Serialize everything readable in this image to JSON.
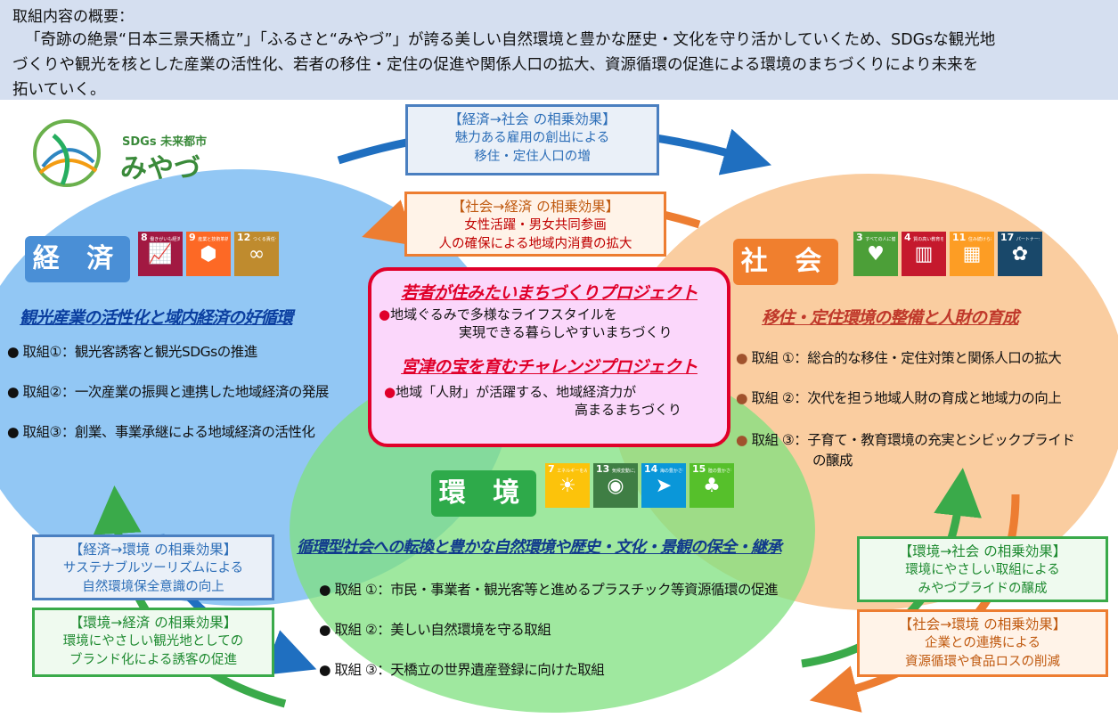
{
  "summary": {
    "heading": "取組内容の概要：",
    "line1": "「奇跡の絶景“日本三景天橋立”」「ふるさと“みやづ”」が誇る美しい自然環境と豊かな歴史・文化を守り活かしていくため、SDGsな観光地",
    "line2": "づくりや観光を核とした産業の活性化、若者の移住・定住の促進や関係人口の拡大、資源循環の促進による環境のまちづくりにより未来を",
    "line3": "拓いていく。"
  },
  "logo": {
    "subtitle": "SDGs 未来都市",
    "name": "みやづ"
  },
  "economy": {
    "label": "経 済",
    "title": "観光産業の活性化と域内経済の好循環",
    "items": [
      "取組①：観光客誘客と観光SDGsの推進",
      "取組②：一次産業の振興と連携した地域経済の発展",
      "取組③：創業、事業承継による地域経済の活性化"
    ],
    "sdgs": [
      {
        "num": "8",
        "text": "働きがいも経済成長も",
        "icon": "chart-up-icon",
        "color": "#a21942"
      },
      {
        "num": "9",
        "text": "産業と技術革新の基盤をつくろう",
        "icon": "cubes-icon",
        "color": "#fd6925"
      },
      {
        "num": "12",
        "text": "つくる責任つかう責任",
        "icon": "infinity-icon",
        "color": "#bf8b2e"
      }
    ]
  },
  "society": {
    "label": "社 会",
    "title": "移住・定住環境の整備と人財の育成",
    "items": [
      "取組 ①：総合的な移住・定住対策と関係人口の拡大",
      "取組 ②：次代を担う地域人財の育成と地域力の向上",
      "取組 ③：子育て・教育環境の充実とシビックプライド",
      "の醸成"
    ],
    "sdgs": [
      {
        "num": "3",
        "text": "すべての人に健康と福祉を",
        "icon": "heartbeat-icon",
        "color": "#4c9f38"
      },
      {
        "num": "4",
        "text": "質の高い教育をみんなに",
        "icon": "book-icon",
        "color": "#c5192d"
      },
      {
        "num": "11",
        "text": "住み続けられるまちづくりを",
        "icon": "city-icon",
        "color": "#fd9d24"
      },
      {
        "num": "17",
        "text": "パートナーシップで目標を達成しよう",
        "icon": "flower-icon",
        "color": "#19486a"
      }
    ]
  },
  "environment": {
    "label": "環 境",
    "title": "循環型社会への転換と豊かな自然環境や歴史・文化・景観の保全・継承",
    "items": [
      "取組 ①：市民・事業者・観光客等と進めるプラスチック等資源循環の促進",
      "取組 ②：美しい自然環境を守る取組",
      "取組 ③：天橋立の世界遺産登録に向けた取組"
    ],
    "sdgs": [
      {
        "num": "7",
        "text": "エネルギーをみんなにそしてクリーンに",
        "icon": "sun-icon",
        "color": "#fcc30b"
      },
      {
        "num": "13",
        "text": "気候変動に具体的な対策を",
        "icon": "eye-icon",
        "color": "#3f7e44"
      },
      {
        "num": "14",
        "text": "海の豊かさを守ろう",
        "icon": "fish-icon",
        "color": "#0a97d9"
      },
      {
        "num": "15",
        "text": "陸の豊かさも守ろう",
        "icon": "tree-icon",
        "color": "#56c02b"
      }
    ]
  },
  "projects": {
    "p1_title": "若者が住みたいまちづくりプロジェクト",
    "p1_line1": "地域ぐるみで多様なライフスタイルを",
    "p1_line2": "実現できる暮らしやすいまちづくり",
    "p2_title": "宮津の宝を育むチャレンジプロジェクト",
    "p2_line1": "地域「人財」が活躍する、地域経済力が",
    "p2_line2": "高まるまちづくり"
  },
  "synergy": {
    "econ_soc": {
      "title": "【経済→社会 の相乗効果】",
      "l1": "魅力ある雇用の創出による",
      "l2": "移住・定住人口の増"
    },
    "soc_econ": {
      "title": "【社会→経済 の相乗効果】",
      "l1": "女性活躍・男女共同参画",
      "l2": "人の確保による地域内消費の拡大"
    },
    "econ_env": {
      "title": "【経済→環境 の相乗効果】",
      "l1": "サステナブルツーリズムによる",
      "l2": "自然環境保全意識の向上"
    },
    "env_econ": {
      "title": "【環境→経済 の相乗効果】",
      "l1": "環境にやさしい観光地としての",
      "l2": "ブランド化による誘客の促進"
    },
    "env_soc": {
      "title": "【環境→社会 の相乗効果】",
      "l1": "環境にやさしい取組による",
      "l2": "みやづプライドの醸成"
    },
    "soc_env": {
      "title": "【社会→環境 の相乗効果】",
      "l1": "企業との連携による",
      "l2": "資源循環や食品ロスの削減"
    }
  },
  "colors": {
    "blue": "#2e75b6",
    "orange": "#ed7d31",
    "green": "#3aaa4a",
    "red": "#e0002a"
  }
}
